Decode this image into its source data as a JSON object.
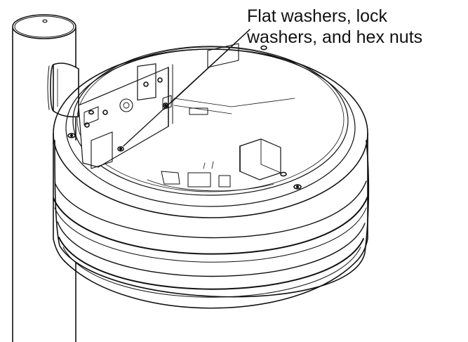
{
  "callout": {
    "lines": [
      "Flat washers, lock",
      "washers, and hex nuts"
    ]
  },
  "colors": {
    "ink": "#111111",
    "background": "#ffffff",
    "fill": "#ffffff"
  },
  "figure": {
    "subject": "round housing mounted on vertical pole with tenon arm",
    "icons": [
      "pole-icon",
      "housing-ring-icon",
      "mounting-bracket-icon",
      "fastener-icon"
    ]
  }
}
